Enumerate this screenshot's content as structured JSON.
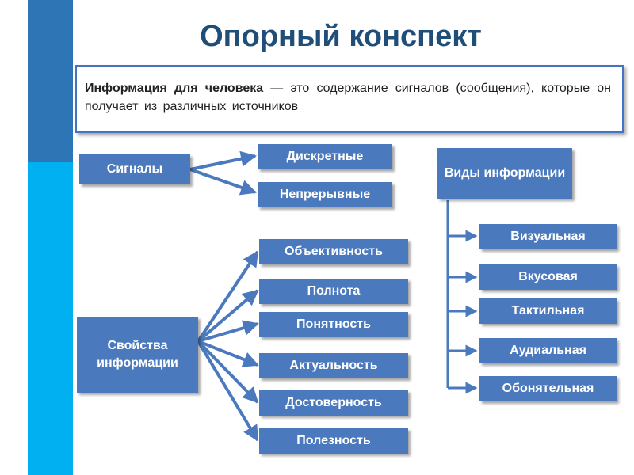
{
  "title": "Опорный конспект",
  "definition": {
    "term": "Информация для человека",
    "text": " — это содержание сигналов (сообщения), которые он получает из различных источников"
  },
  "signals": {
    "label": "Сигналы",
    "types": [
      "Дискретные",
      "Непрерывные"
    ]
  },
  "properties": {
    "label": "Свойства информации",
    "items": [
      "Объективность",
      "Полнота",
      "Понятность",
      "Актуальность",
      "Достоверность",
      "Полезность"
    ]
  },
  "kinds": {
    "label": "Виды информации",
    "items": [
      "Визуальная",
      "Вкусовая",
      "Тактильная",
      "Аудиальная",
      "Обонятельная"
    ]
  },
  "colors": {
    "box_fill": "#4a79bd",
    "title_text": "#1f4e79",
    "stripe_dark": "#2e75b6",
    "stripe_light": "#00b0f0"
  }
}
